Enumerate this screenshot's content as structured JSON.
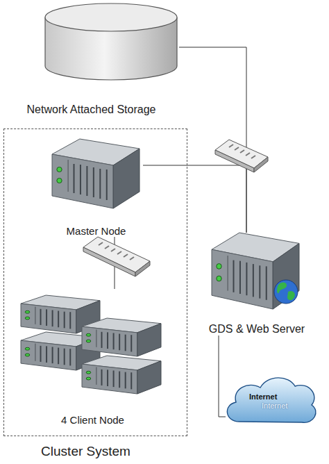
{
  "diagram": {
    "nodes": [
      {
        "text": [
          "Network Attached Storage"
        ]
      },
      {
        "text": [
          "Cluster System"
        ]
      },
      {
        "text": [
          "Master Node"
        ],
        "in": 1
      },
      {
        "text": [
          "4 Client Node"
        ],
        "in": 1
      },
      {
        "text": [
          "GDS & Web Server"
        ]
      },
      {
        "text": [
          "Internet",
          "Internet"
        ]
      }
    ],
    "edges": [
      {
        "from": 0,
        "to": 4,
        "arrow": "none"
      },
      {
        "from": 2,
        "to": 4,
        "arrow": "none"
      },
      {
        "from": 2,
        "to": 3,
        "arrow": "none"
      },
      {
        "from": 4,
        "to": 5,
        "arrow": "none"
      }
    ]
  }
}
